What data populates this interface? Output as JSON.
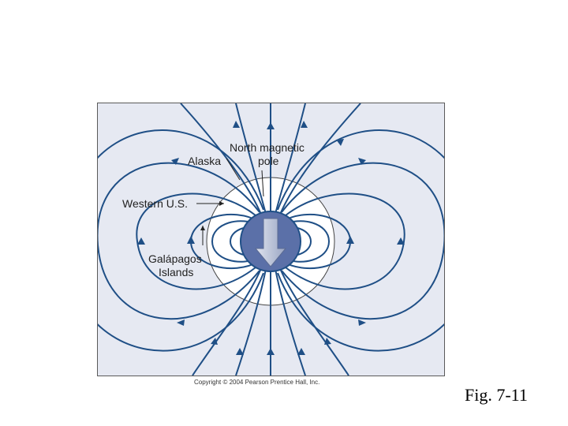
{
  "figure": {
    "labels": {
      "north_pole_line1": "North magnetic",
      "north_pole_line2": "pole",
      "alaska": "Alaska",
      "western_us": "Western U.S.",
      "galapagos_line1": "Galápagos",
      "galapagos_line2": "Islands"
    },
    "copyright": "Copyright © 2004 Pearson Prentice Hall, Inc.",
    "caption": "Fig. 7-11"
  },
  "colors": {
    "field_line": "#1f4f86",
    "earth_fill": "#5b70a8",
    "panel_bg": "#e6e9f2"
  },
  "icons": {
    "dipole": "down-arrow-icon"
  }
}
